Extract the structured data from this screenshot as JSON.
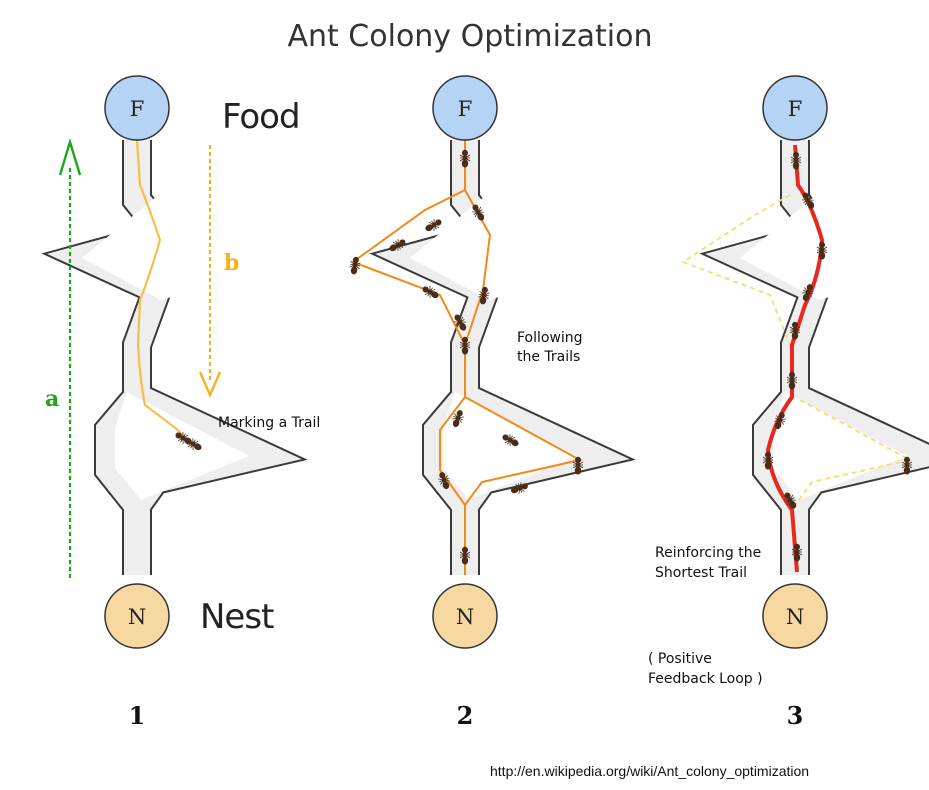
{
  "title": "Ant Colony Optimization",
  "labels": {
    "food": "Food",
    "nest": "Nest",
    "food_node": "F",
    "nest_node": "N",
    "arrow_a": "a",
    "arrow_b": "b",
    "marking": "Marking a Trail",
    "following_1": "Following",
    "following_2": "the Trails",
    "reinforcing_1": "Reinforcing the",
    "reinforcing_2": "Shortest Trail",
    "feedback_1": "( Positive",
    "feedback_2": "Feedback Loop )"
  },
  "panels": [
    {
      "number": "1"
    },
    {
      "number": "2"
    },
    {
      "number": "3"
    }
  ],
  "url": "http://en.wikipedia.org/wiki/Ant_colony_optimization",
  "colors": {
    "food_fill": "#b5d3f5",
    "nest_fill": "#f6d8a0",
    "trail_thin": "#f2c04a",
    "trail_orange": "#f08a1c",
    "trail_red": "#e8281e",
    "arrow_a": "#1da51d",
    "arrow_b": "#f5b120",
    "ant": "#4a2c18"
  }
}
